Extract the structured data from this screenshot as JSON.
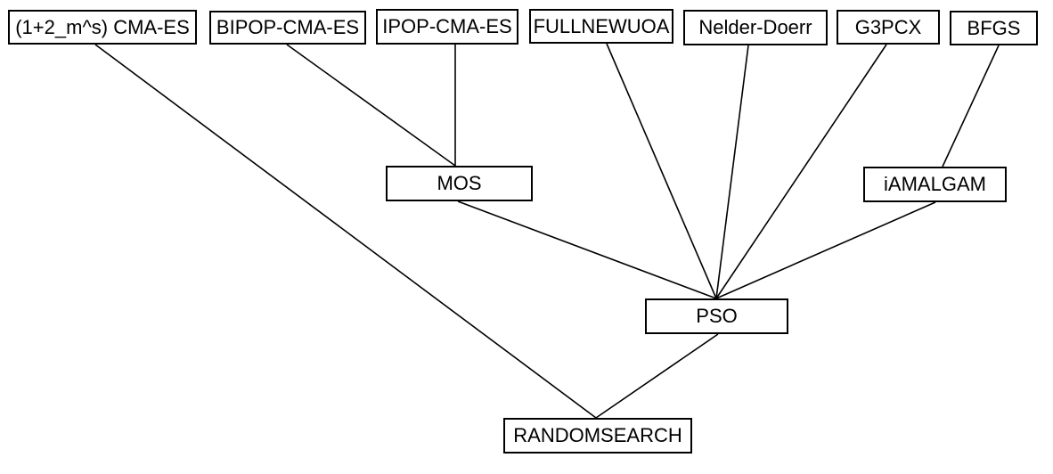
{
  "diagram": {
    "nodes": [
      {
        "id": "cmaes",
        "label": "(1+2_m^s) CMA-ES"
      },
      {
        "id": "bipop",
        "label": "BIPOP-CMA-ES"
      },
      {
        "id": "ipop",
        "label": "IPOP-CMA-ES"
      },
      {
        "id": "fullnewuoa",
        "label": "FULLNEWUOA"
      },
      {
        "id": "neldermead",
        "label": "Nelder-Doerr"
      },
      {
        "id": "g3pcx",
        "label": "G3PCX"
      },
      {
        "id": "bfgs",
        "label": "BFGS"
      },
      {
        "id": "mos",
        "label": "MOS"
      },
      {
        "id": "iamalgam",
        "label": "iAMALGAM"
      },
      {
        "id": "pso",
        "label": "PSO"
      },
      {
        "id": "randomsearch",
        "label": "RANDOMSEARCH"
      }
    ],
    "edges": [
      {
        "from": "cmaes",
        "to": "randomsearch"
      },
      {
        "from": "bipop",
        "to": "mos"
      },
      {
        "from": "ipop",
        "to": "mos"
      },
      {
        "from": "mos",
        "to": "pso"
      },
      {
        "from": "fullnewuoa",
        "to": "pso"
      },
      {
        "from": "neldermead",
        "to": "pso"
      },
      {
        "from": "g3pcx",
        "to": "pso"
      },
      {
        "from": "bfgs",
        "to": "iamalgam"
      },
      {
        "from": "iamalgam",
        "to": "pso"
      },
      {
        "from": "pso",
        "to": "randomsearch"
      }
    ],
    "colors": {
      "stroke": "#000000",
      "fill": "#ffffff",
      "text": "#000000"
    }
  }
}
